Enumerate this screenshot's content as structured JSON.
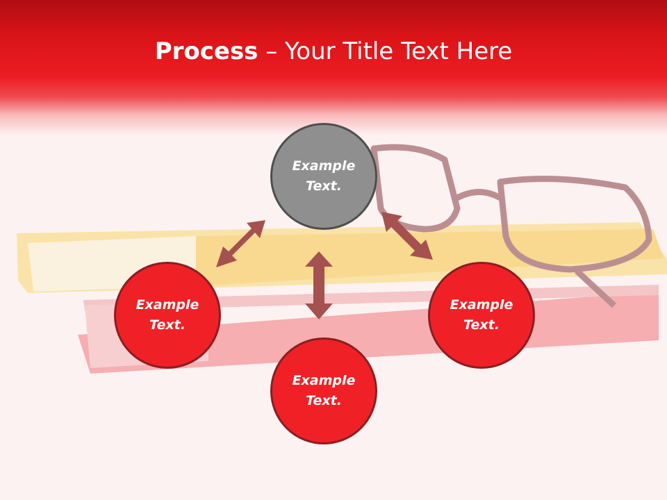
{
  "slide": {
    "title_bold": "Process",
    "title_rest": " – Your Title Text Here"
  },
  "diagram": {
    "nodes": [
      {
        "id": "top",
        "line1": "Example",
        "line2": "Text.",
        "color": "#8f8f8f"
      },
      {
        "id": "left",
        "line1": "Example",
        "line2": "Text.",
        "color": "#ef2127"
      },
      {
        "id": "right",
        "line1": "Example",
        "line2": "Text.",
        "color": "#ef2127"
      },
      {
        "id": "bottom",
        "line1": "Example",
        "line2": "Text.",
        "color": "#ef2127"
      }
    ],
    "arrow_color": "#a5514f",
    "connections": [
      {
        "from": "top",
        "to": "left",
        "style": "double-headed"
      },
      {
        "from": "top",
        "to": "right",
        "style": "double-headed"
      },
      {
        "from": "top",
        "to": "bottom",
        "style": "double-headed"
      }
    ]
  }
}
